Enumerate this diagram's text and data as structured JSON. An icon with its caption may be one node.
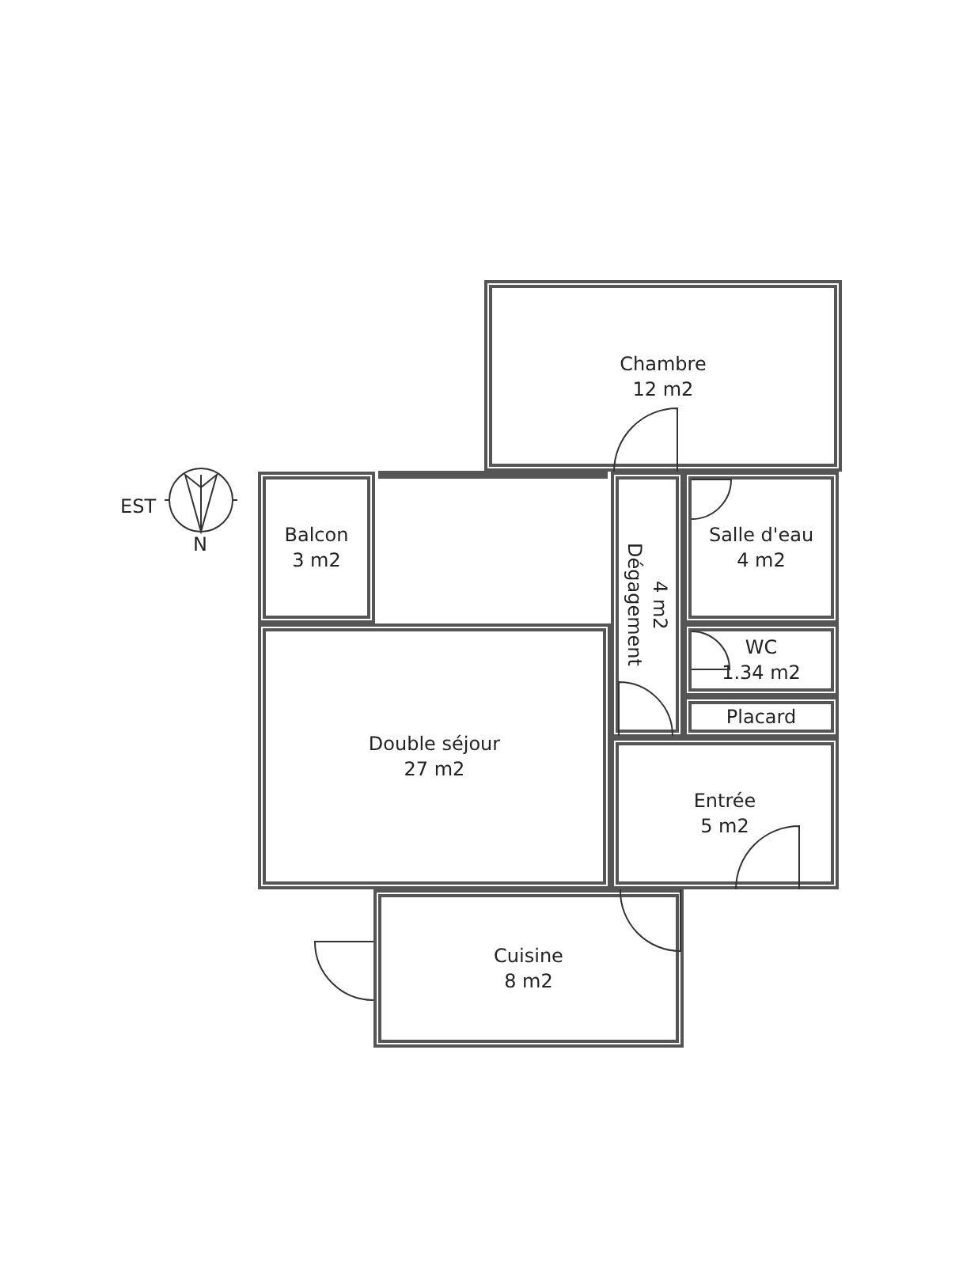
{
  "diagram": {
    "nodes": [
      {
        "text": [
          "Chambre",
          "12 m2"
        ]
      },
      {
        "text": [
          "Balcon",
          "3 m2"
        ]
      },
      {
        "text": [
          "Dégagement",
          "4 m2"
        ]
      },
      {
        "text": [
          "Salle d'eau",
          "4 m2"
        ]
      },
      {
        "text": [
          "WC",
          "1.34 m2"
        ]
      },
      {
        "text": [
          "Double séjour",
          "27 m2"
        ]
      },
      {
        "text": [
          "Placard"
        ]
      },
      {
        "text": [
          "Entrée",
          "5 m2"
        ]
      },
      {
        "text": [
          "Cuisine",
          "8 m2"
        ]
      }
    ],
    "edges": [],
    "labels": [
      "EST",
      "N"
    ]
  }
}
